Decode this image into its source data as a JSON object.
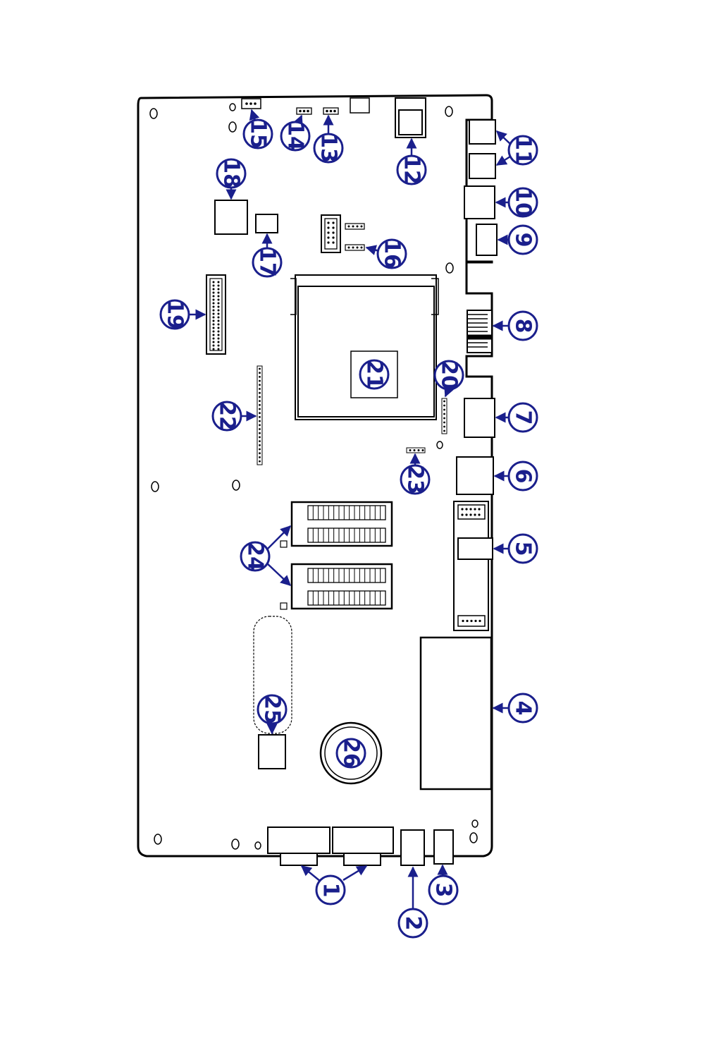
{
  "colors": {
    "outline": "#000000",
    "callout": "#1a1f8c",
    "background": "#ffffff"
  },
  "callouts": {
    "c1": "1",
    "c2": "2",
    "c3": "3",
    "c4": "4",
    "c5": "5",
    "c6": "6",
    "c7": "7",
    "c8": "8",
    "c9": "9",
    "c10": "10",
    "c11": "11",
    "c12": "12",
    "c13": "13",
    "c14": "14",
    "c15": "15",
    "c16": "16",
    "c17": "17",
    "c18": "18",
    "c19": "19",
    "c20": "20",
    "c21": "21",
    "c22": "22",
    "c23": "23",
    "c24": "24",
    "c25": "25",
    "c26": "26"
  }
}
